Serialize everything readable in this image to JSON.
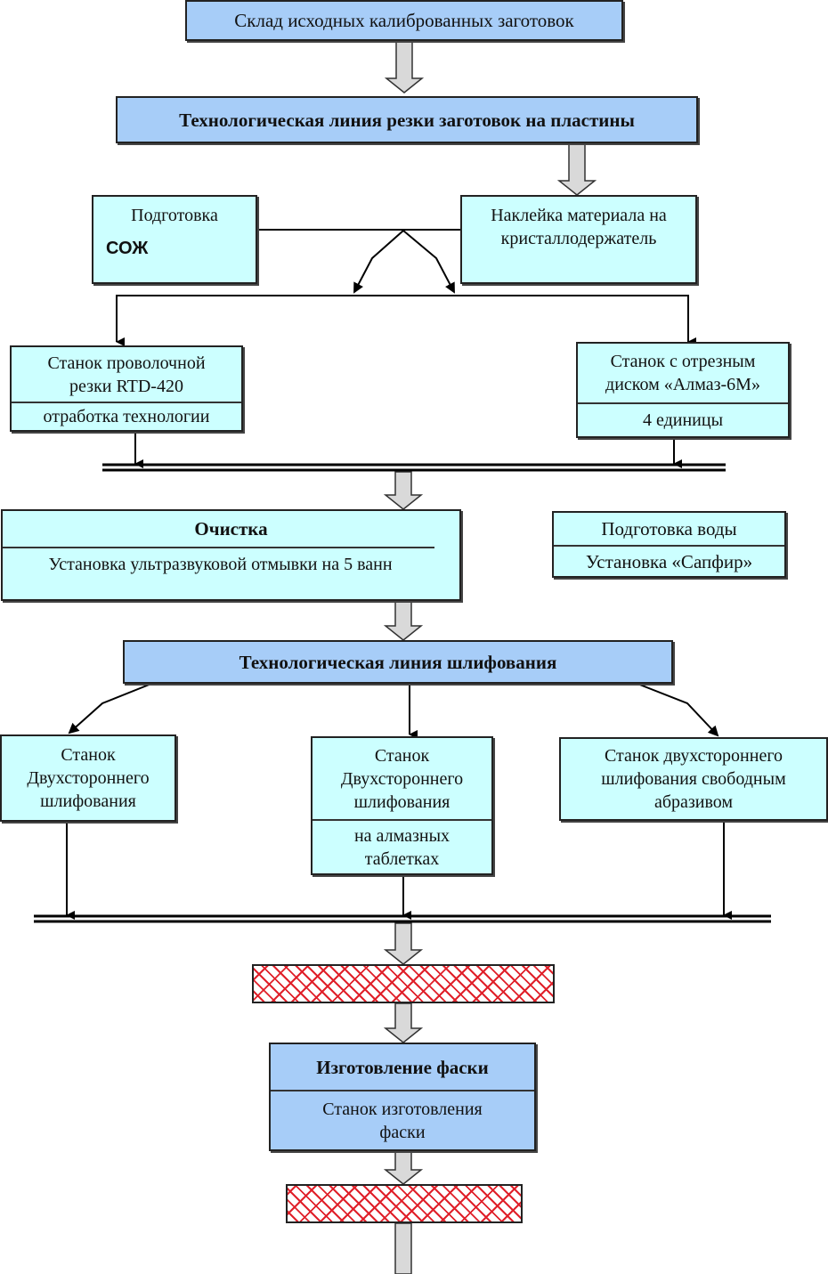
{
  "diagram": {
    "warehouse": "Склад исходных калиброванных заготовок",
    "cutting_line": "Технологическая линия резки заготовок на пластины",
    "coolant_prep": {
      "title": "Подготовка",
      "label": "СОЖ"
    },
    "gluing": "Наклейка материала на кристаллодержатель",
    "wire_saw": {
      "title": "Станок проволочной резки RTD-420",
      "note": "отработка технологии"
    },
    "disc_saw": {
      "title": "Станок с отрезным диском «Алмаз-6М»",
      "note": "4 единицы"
    },
    "cleaning": {
      "title": "Очистка",
      "note": "Установка ультразвуковой отмывки  на 5  ванн"
    },
    "water_prep": {
      "title": "Подготовка воды",
      "note": "Установка «Сапфир»"
    },
    "grinding_line": "Технологическая линия шлифования",
    "grinder_double": "Станок Двухстороннего шлифования",
    "grinder_diamond": {
      "title": "Станок Двухстороннего шлифования",
      "note": "на алмазных таблетках"
    },
    "grinder_free_abrasive": "Станок двухстороннего шлифования свободным абразивом",
    "chamfer": {
      "title": "Изготовление фаски",
      "note": "Станок изготовления фаски"
    }
  },
  "colors": {
    "primary_box": "#a7cdf8",
    "secondary_box": "#ccffff",
    "hatch": "#e0202a",
    "arrow_fill": "#d9d9d9"
  }
}
